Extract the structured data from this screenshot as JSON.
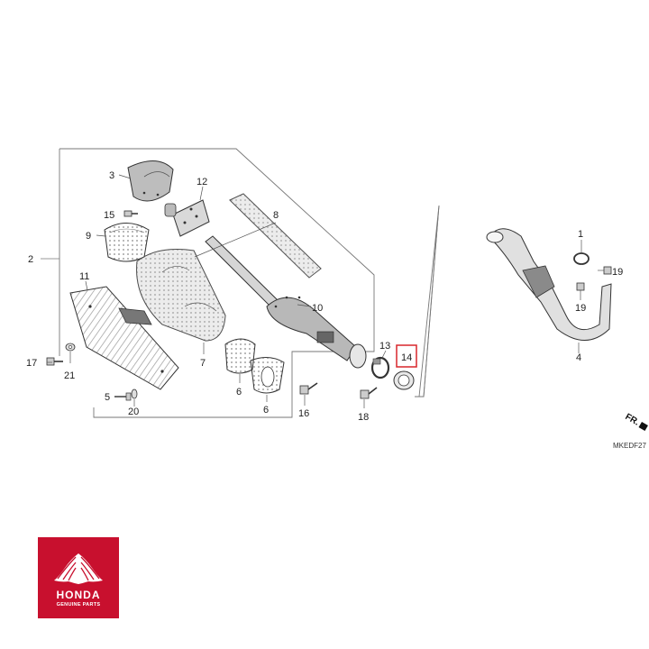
{
  "diagram": {
    "callouts": {
      "c1": "1",
      "c2": "2",
      "c3": "3",
      "c4": "4",
      "c5": "5",
      "c6a": "6",
      "c6b": "6",
      "c7": "7",
      "c8": "8",
      "c9": "9",
      "c10": "10",
      "c11": "11",
      "c12": "12",
      "c13": "13",
      "c14": "14",
      "c15": "15",
      "c16": "16",
      "c17": "17",
      "c18": "18",
      "c19a": "19",
      "c19b": "19",
      "c20": "20",
      "c21": "21"
    },
    "highlighted_callout": "14",
    "highlight_color": "#d9262b",
    "diagram_code": "MKEDF27",
    "direction_mark": "FR."
  },
  "logo": {
    "brand": "HONDA",
    "tagline": "GENUINE PARTS",
    "background_color": "#c8102e"
  }
}
